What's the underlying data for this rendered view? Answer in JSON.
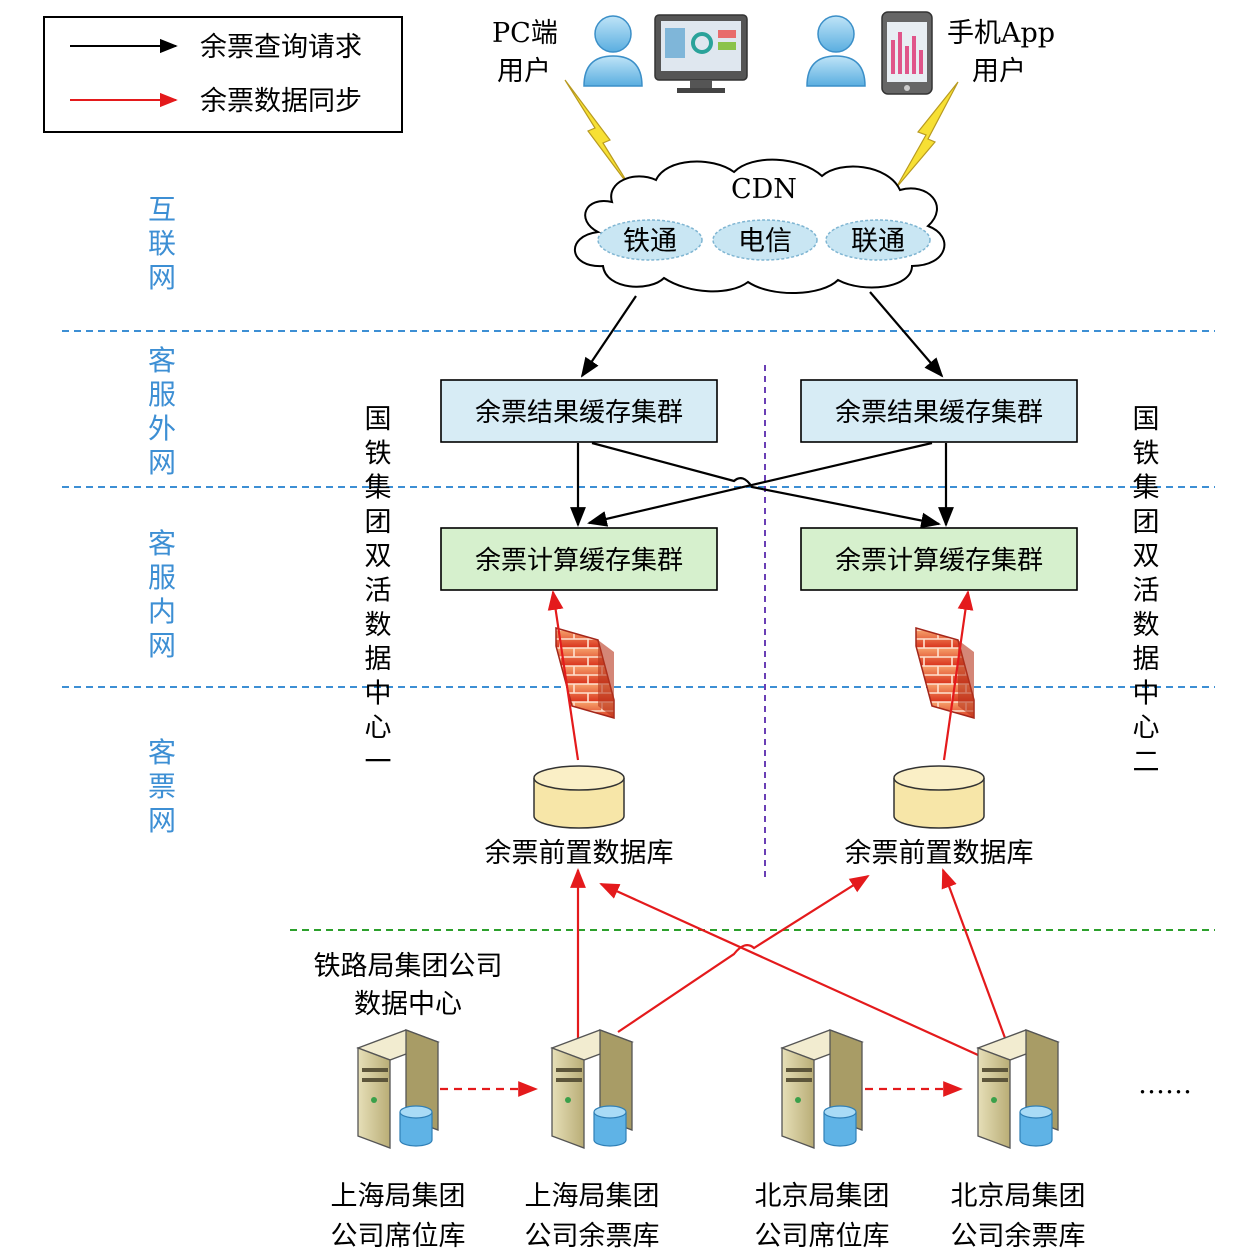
{
  "legend": {
    "query_label": "余票查询请求",
    "sync_label": "余票数据同步",
    "query_color": "#000000",
    "sync_color": "#e41a1c"
  },
  "users": {
    "pc_line1": "PC端",
    "pc_line2": "用户",
    "mobile_line1": "手机App",
    "mobile_line2": "用户"
  },
  "cdn": {
    "title": "CDN",
    "isps": [
      "铁通",
      "电信",
      "联通"
    ]
  },
  "zones": {
    "internet": [
      "互",
      "联",
      "网"
    ],
    "service_outer": [
      "客",
      "服",
      "外",
      "网"
    ],
    "service_inner": [
      "客",
      "服",
      "内",
      "网"
    ],
    "ticket_net": [
      "客",
      "票",
      "网"
    ]
  },
  "datacenters": {
    "one": [
      "国",
      "铁",
      "集",
      "团",
      "双",
      "活",
      "数",
      "据",
      "中",
      "心",
      "一"
    ],
    "two": [
      "国",
      "铁",
      "集",
      "团",
      "双",
      "活",
      "数",
      "据",
      "中",
      "心",
      "二"
    ]
  },
  "clusters": {
    "result_cache": "余票结果缓存集群",
    "compute_cache": "余票计算缓存集群"
  },
  "front_db": "余票前置数据库",
  "bureau_dc": {
    "line1": "铁路局集团公司",
    "line2": "数据中心"
  },
  "servers": [
    {
      "line1": "上海局集团",
      "line2": "公司席位库"
    },
    {
      "line1": "上海局集团",
      "line2": "公司余票库"
    },
    {
      "line1": "北京局集团",
      "line2": "公司席位库"
    },
    {
      "line1": "北京局集团",
      "line2": "公司余票库"
    }
  ],
  "ellipsis": "……",
  "colors": {
    "zone_text": "#3d8fd4",
    "zone_divider": "#3d8fd4",
    "bureau_divider": "#2ca02c",
    "center_divider": "#6a3fb5",
    "result_box": "#d7ecf5",
    "compute_box": "#d6f0cd",
    "db_fill": "#f7e6a8"
  }
}
